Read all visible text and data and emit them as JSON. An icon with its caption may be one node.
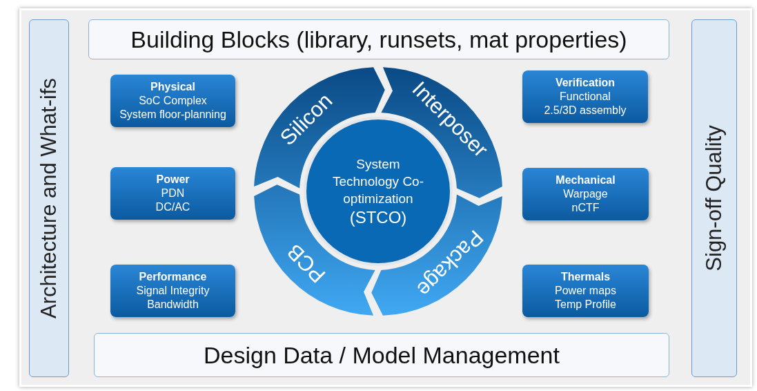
{
  "diagram": {
    "nodes": [
      {
        "text": [
          "Architecture and What-ifs"
        ]
      },
      {
        "text": [
          "Building Blocks (library, runsets, mat properties)"
        ]
      },
      {
        "text": [
          "Physical",
          "SoC Complex",
          "System floor-planning"
        ]
      },
      {
        "text": [
          "Verification",
          "Functional",
          "2.5/3D assembly"
        ]
      },
      {
        "text": [
          "Silicon"
        ]
      },
      {
        "text": [
          "Interposer"
        ]
      },
      {
        "text": [
          "System Technology Co-optimization",
          "(STCO)"
        ]
      },
      {
        "text": [
          "Power",
          "PDN",
          "DC/AC"
        ]
      },
      {
        "text": [
          "Mechanical",
          "Warpage",
          "nCTF"
        ]
      },
      {
        "text": [
          "PCB"
        ]
      },
      {
        "text": [
          "Package"
        ]
      },
      {
        "text": [
          "Performance",
          "Signal Integrity",
          "Bandwidth"
        ]
      },
      {
        "text": [
          "Thermals",
          "Power maps",
          "Temp Profile"
        ]
      },
      {
        "text": [
          "Design Data / Model Management"
        ]
      },
      {
        "text": [
          "Sign-off Quality"
        ]
      }
    ]
  }
}
